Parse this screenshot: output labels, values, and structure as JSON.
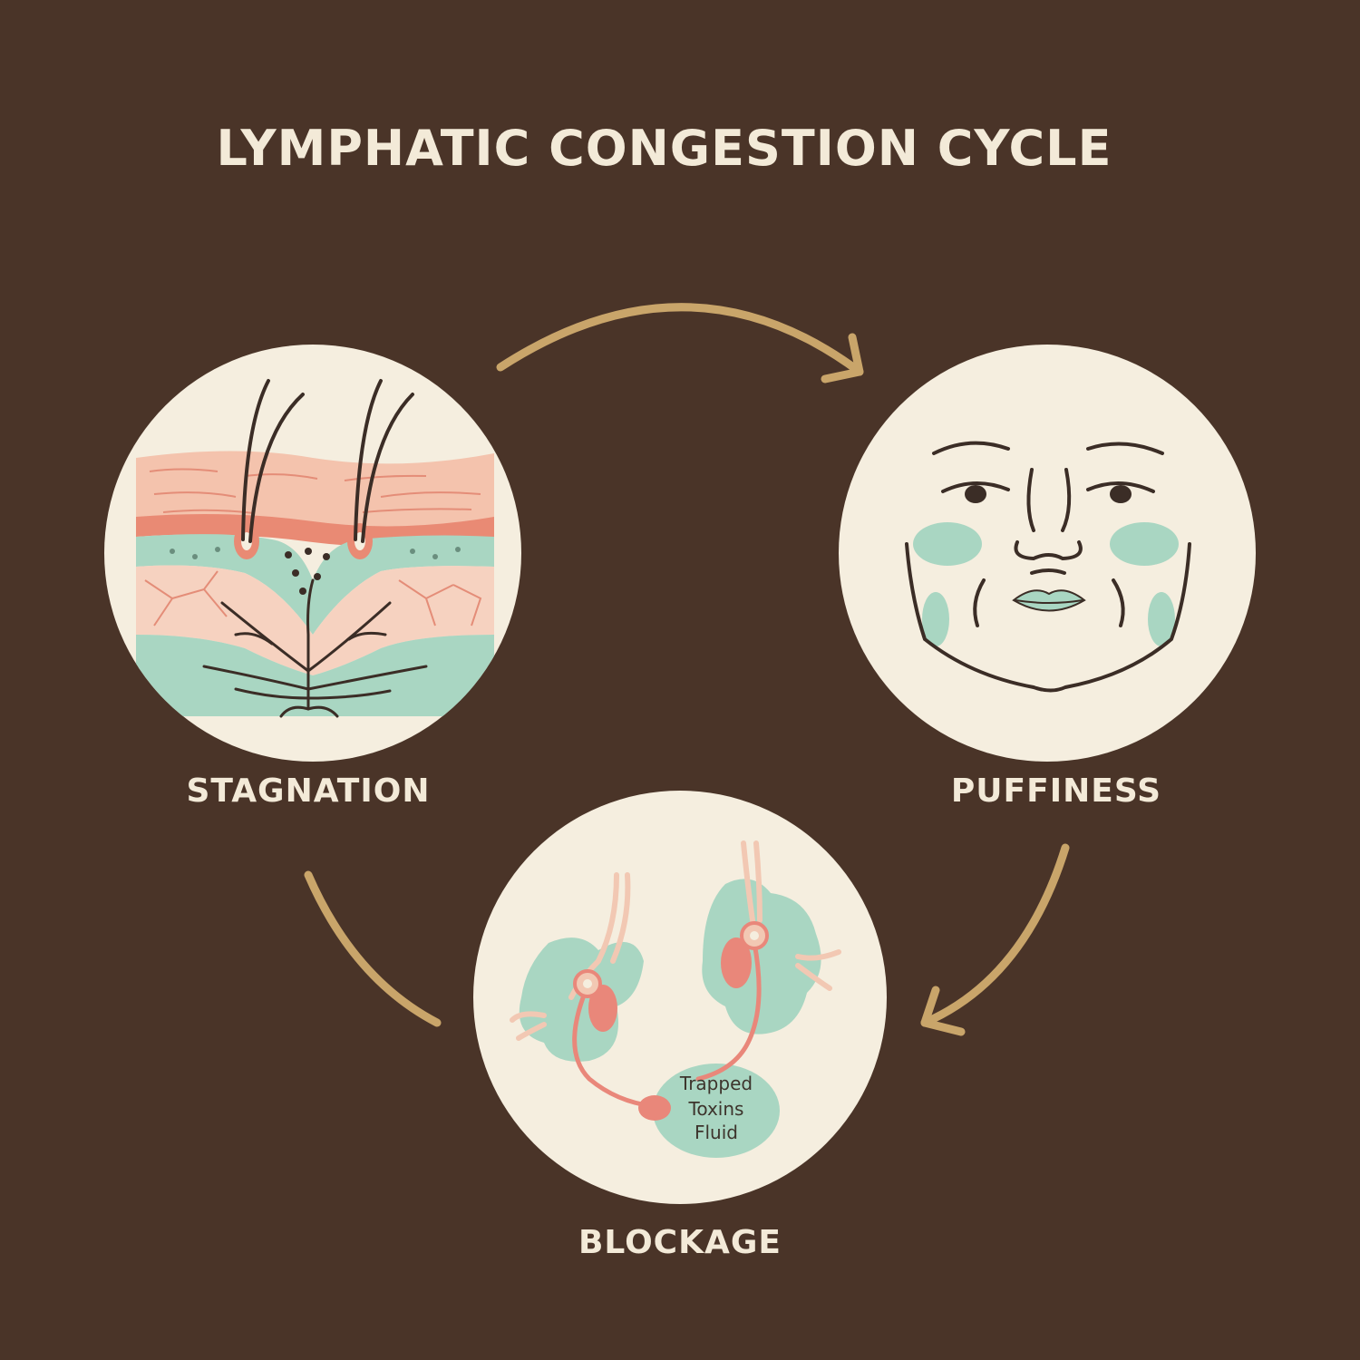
{
  "title": "LYMPHATIC CONGESTION CYCLE",
  "stages": [
    {
      "label": "STAGNATION"
    },
    {
      "label": "PUFFINESS"
    },
    {
      "label": "BLOCKAGE"
    }
  ],
  "blockage_note": [
    "Trapped",
    "Toxins",
    "Fluid"
  ],
  "colors": {
    "background": "#4a3428",
    "circle": "#f5eedf",
    "text": "#f3ead8",
    "arrow": "#c9a56a",
    "mint": "#a9d6c2",
    "coral": "#e9877a",
    "line": "#3b2d26"
  },
  "icons": [
    "skin-cross-section-illustration",
    "puffy-face-illustration",
    "lymph-node-illustration",
    "cycle-arrow-icon"
  ]
}
